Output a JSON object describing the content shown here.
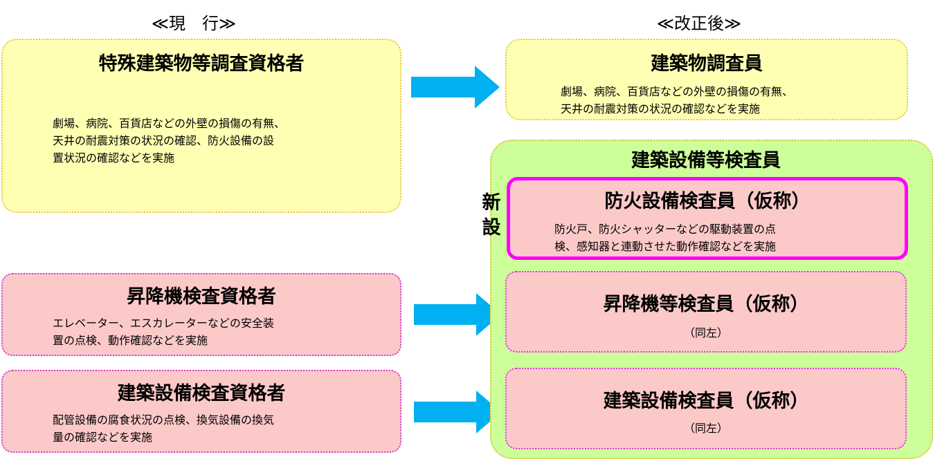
{
  "headers": {
    "current": "≪現　行≫",
    "revised": "≪改正後≫"
  },
  "current": {
    "special_building": {
      "title": "特殊建築物等調査資格者",
      "desc": [
        "劇場、病院、百貨店などの外壁の損傷の有無、",
        "天井の耐震対策の状況の確認、防火設備の設",
        "置状況の確認などを実施"
      ]
    },
    "elevator": {
      "title": "昇降機検査資格者",
      "desc": [
        "エレベーター、エスカレーターなどの安全装",
        "置の点検、動作確認などを実施"
      ]
    },
    "equipment": {
      "title": "建築設備検査資格者",
      "desc": [
        "配管設備の腐食状況の点検、換気設備の換気",
        "量の確認などを実施"
      ]
    }
  },
  "revised": {
    "building_inspector": {
      "title": "建築物調査員",
      "desc": [
        "劇場、病院、百貨店などの外壁の損傷の有無、",
        "天井の耐震対策の状況の確認などを実施"
      ]
    },
    "group_title": "建築設備等検査員",
    "new_label": [
      "新",
      "設"
    ],
    "fire": {
      "title": "防火設備検査員（仮称）",
      "desc": [
        "防火戸、防火シャッターなどの駆動装置の点",
        "検、感知器と連動させた動作確認などを実施"
      ]
    },
    "elevator": {
      "title": "昇降機等検査員（仮称）",
      "note": "（同左）"
    },
    "equipment": {
      "title": "建築設備検査員（仮称）",
      "note": "（同左）"
    }
  },
  "colors": {
    "yellow_fill": "#ffffb3",
    "pink_fill": "#fcc9c9",
    "green_fill": "#ccff99",
    "magenta_border": "#ff00ff",
    "arrow": "#00b0f0"
  }
}
